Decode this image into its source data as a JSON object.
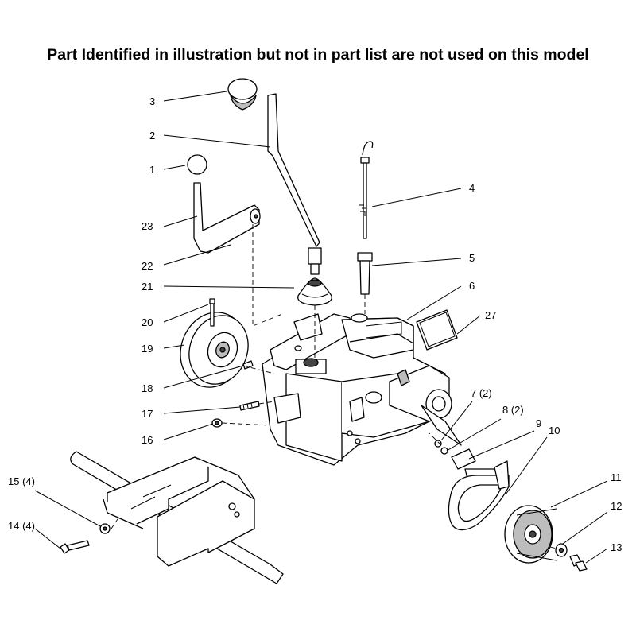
{
  "title": "Part Identified in illustration but not in part list are not used on this model",
  "callouts": [
    "1",
    "2",
    "3",
    "4",
    "5",
    "6",
    "7 (2)",
    "8 (2)",
    "9",
    "10",
    "11",
    "12",
    "13",
    "14 (4)",
    "15 (4)",
    "16",
    "17",
    "18",
    "19",
    "20",
    "21",
    "22",
    "23",
    "27"
  ]
}
